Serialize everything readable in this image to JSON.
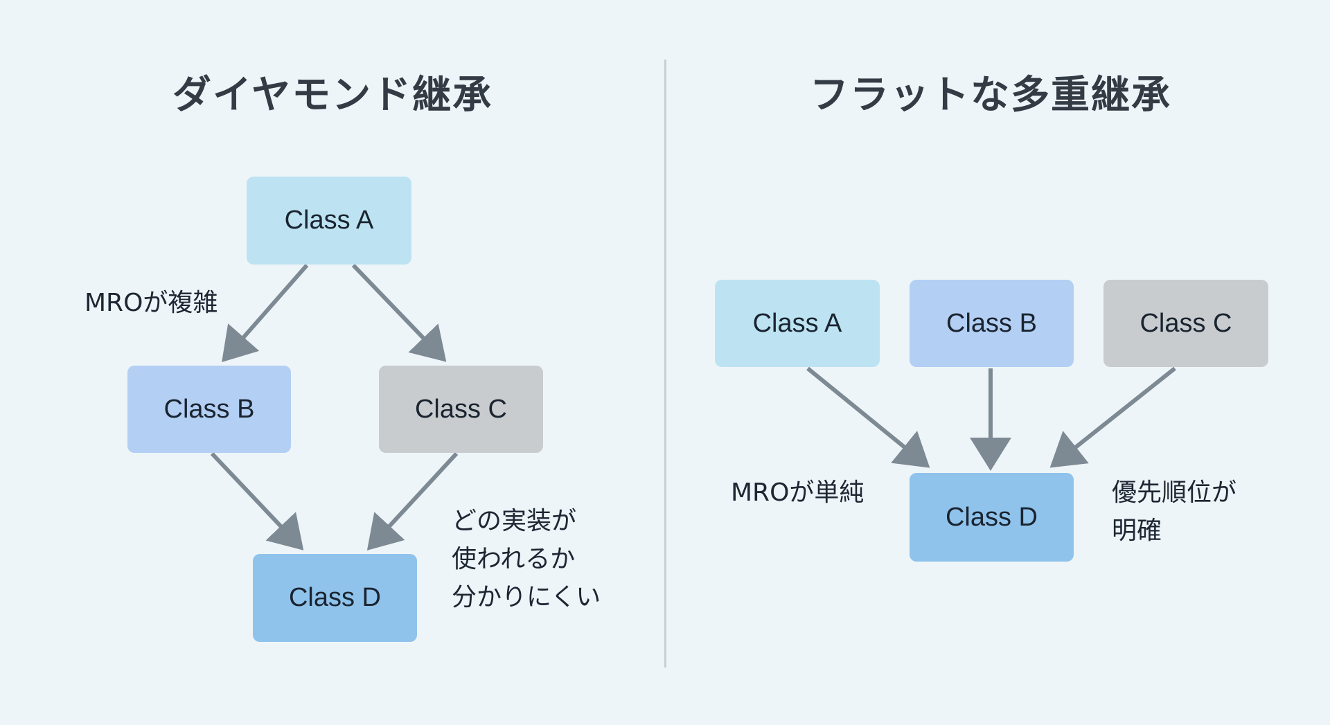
{
  "left": {
    "title": "ダイヤモンド継承",
    "boxes": {
      "a": "Class A",
      "b": "Class B",
      "c": "Class C",
      "d": "Class D"
    },
    "label_mro": "MROが複雑",
    "note_lines": [
      "どの実装が",
      "使われるか",
      "分かりにくい"
    ]
  },
  "right": {
    "title": "フラットな多重継承",
    "boxes": {
      "a": "Class A",
      "b": "Class B",
      "c": "Class C",
      "d": "Class D"
    },
    "label_mro": "MROが単純",
    "note_lines": [
      "優先順位が",
      "明確"
    ]
  },
  "colors": {
    "background": "#eef5f8",
    "class_a": "#bde3f2",
    "class_b": "#b3cff4",
    "class_c": "#c9cccf",
    "class_d": "#8fc3eb",
    "arrow": "#7d8a94",
    "title": "#333b45"
  }
}
